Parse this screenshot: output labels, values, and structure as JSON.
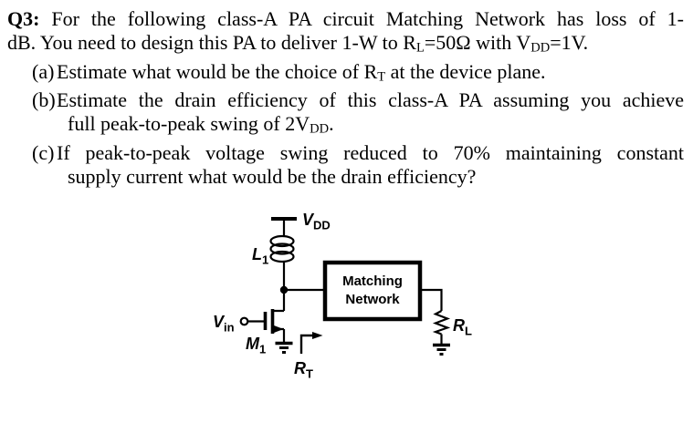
{
  "page": {
    "background": "#ffffff",
    "ink": "#000000"
  },
  "question": {
    "intro": {
      "label": "Q3:",
      "line1_rest": " For the following class-A PA circuit Matching Network has loss of 1-",
      "line2_pre": "dB. You need to design this PA to deliver 1-W to R",
      "line2_sub1": "L",
      "line2_mid": "=50Ω with V",
      "line2_sub2": "DD",
      "line2_end": "=1V."
    },
    "item_a": {
      "marker": "(a)",
      "pre": "Estimate what would be the choice of R",
      "sub": "T",
      "end": " at the device plane."
    },
    "item_b": {
      "marker": "(b)",
      "line1": "Estimate the drain efficiency of this class-A PA assuming you achieve",
      "line2_pre": "full peak-to-peak swing of 2V",
      "line2_sub": "DD",
      "line2_end": "."
    },
    "item_c": {
      "marker": "(c)",
      "line1": "If peak-to-peak voltage swing reduced to 70% maintaining constant",
      "line2": "supply current what would be the drain efficiency?"
    }
  },
  "circuit": {
    "supply_label": {
      "main": "V",
      "sub": "DD"
    },
    "inductor_label": {
      "main": "L",
      "sub": "1"
    },
    "input_label": {
      "main": "V",
      "sub": "in"
    },
    "transistor_label": {
      "main": "M",
      "sub": "1"
    },
    "device_plane_resistance_label": {
      "main": "R",
      "sub": "T"
    },
    "load_label": {
      "main": "R",
      "sub": "L"
    },
    "matching_network": {
      "line1": "Matching",
      "line2": "Network"
    }
  }
}
